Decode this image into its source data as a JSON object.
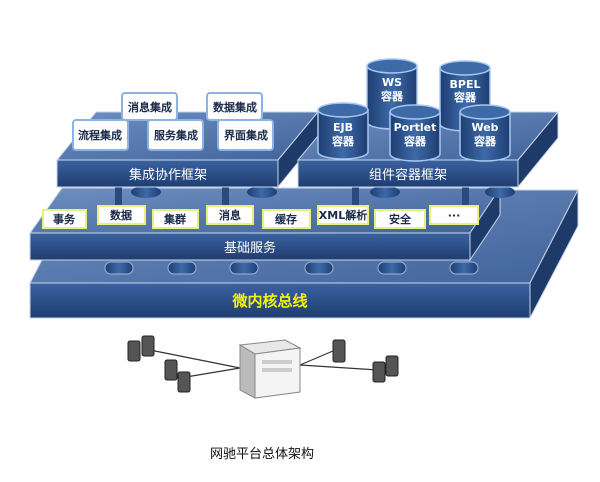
{
  "layers": {
    "bus": "微内核总线",
    "base": "基础服务",
    "integration": "集成协作框架",
    "container": "组件容器框架"
  },
  "base_services": [
    "事务",
    "数据",
    "集群",
    "消息",
    "缓存",
    "XML解析",
    "安全",
    "···"
  ],
  "integration_items": [
    "消息集成",
    "数据集成",
    "流程集成",
    "服务集成",
    "界面集成"
  ],
  "containers": [
    {
      "name": "WS",
      "sub": "容器"
    },
    {
      "name": "BPEL",
      "sub": "容器"
    },
    {
      "name": "EJB",
      "sub": "容器"
    },
    {
      "name": "Portlet",
      "sub": "容器"
    },
    {
      "name": "Web",
      "sub": "容器"
    }
  ],
  "caption": "网驰平台总体架构",
  "colors": {
    "slab": "#2b4f86",
    "slab_top": "#4a6fa5",
    "bus_text": "#f5f20a",
    "chip_glow": "#e8f07a"
  }
}
